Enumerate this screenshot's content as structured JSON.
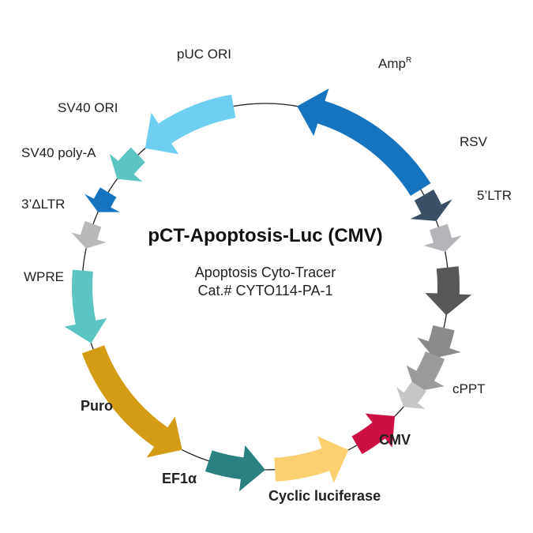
{
  "plasmid": {
    "name": "pCT-Apoptosis-Luc (CMV)",
    "description": "Apoptosis Cyto-Tracer",
    "catalog": "Cat.# CYTO114-PA-1"
  },
  "features": [
    {
      "id": "ampr",
      "label": "Amp",
      "label_sup": "R",
      "color": "#1673bd",
      "bold": false,
      "direction": "ccw"
    },
    {
      "id": "rsv",
      "label": "RSV",
      "color": "#3a4f63",
      "bold": false,
      "direction": "cw"
    },
    {
      "id": "ltr5",
      "label": "5’LTR",
      "color": "#b3b5b8",
      "bold": false,
      "direction": "cw"
    },
    {
      "id": "unlabeled1",
      "label": "",
      "color": "#575859",
      "bold": false,
      "direction": "cw"
    },
    {
      "id": "unlabeled2",
      "label": "",
      "color": "#8a8b8c",
      "bold": false,
      "direction": "cw"
    },
    {
      "id": "unlabeled3",
      "label": "",
      "color": "#9a9b9d",
      "bold": false,
      "direction": "cw"
    },
    {
      "id": "cppt",
      "label": "cPPT",
      "color": "#c5c6c8",
      "bold": false,
      "direction": "cw"
    },
    {
      "id": "cmv",
      "label": "CMV",
      "color": "#cc1044",
      "bold": true,
      "direction": "ccw"
    },
    {
      "id": "luc",
      "label": "Cyclic luciferase",
      "color": "#fcd070",
      "bold": true,
      "direction": "ccw"
    },
    {
      "id": "ef1a",
      "label": "EF1α",
      "color": "#2b8080",
      "bold": true,
      "direction": "ccw"
    },
    {
      "id": "puro",
      "label": "Puro",
      "color": "#d49c15",
      "bold": true,
      "direction": "ccw"
    },
    {
      "id": "wpre",
      "label": "WPRE",
      "color": "#5cc5c2",
      "bold": false,
      "direction": "ccw"
    },
    {
      "id": "ltr3",
      "label": "3’ΔLTR",
      "color": "#b8b9bb",
      "bold": false,
      "direction": "ccw"
    },
    {
      "id": "sv40pa",
      "label": "SV40 poly-A",
      "color": "#1673bd",
      "bold": false,
      "direction": "ccw"
    },
    {
      "id": "sv40ori",
      "label": "SV40 ORI",
      "color": "#5cc5c2",
      "bold": false,
      "direction": "ccw"
    },
    {
      "id": "puc",
      "label": "pUC ORI",
      "color": "#6fcff3",
      "bold": false,
      "direction": "ccw"
    }
  ],
  "backbone_color": "#222222"
}
